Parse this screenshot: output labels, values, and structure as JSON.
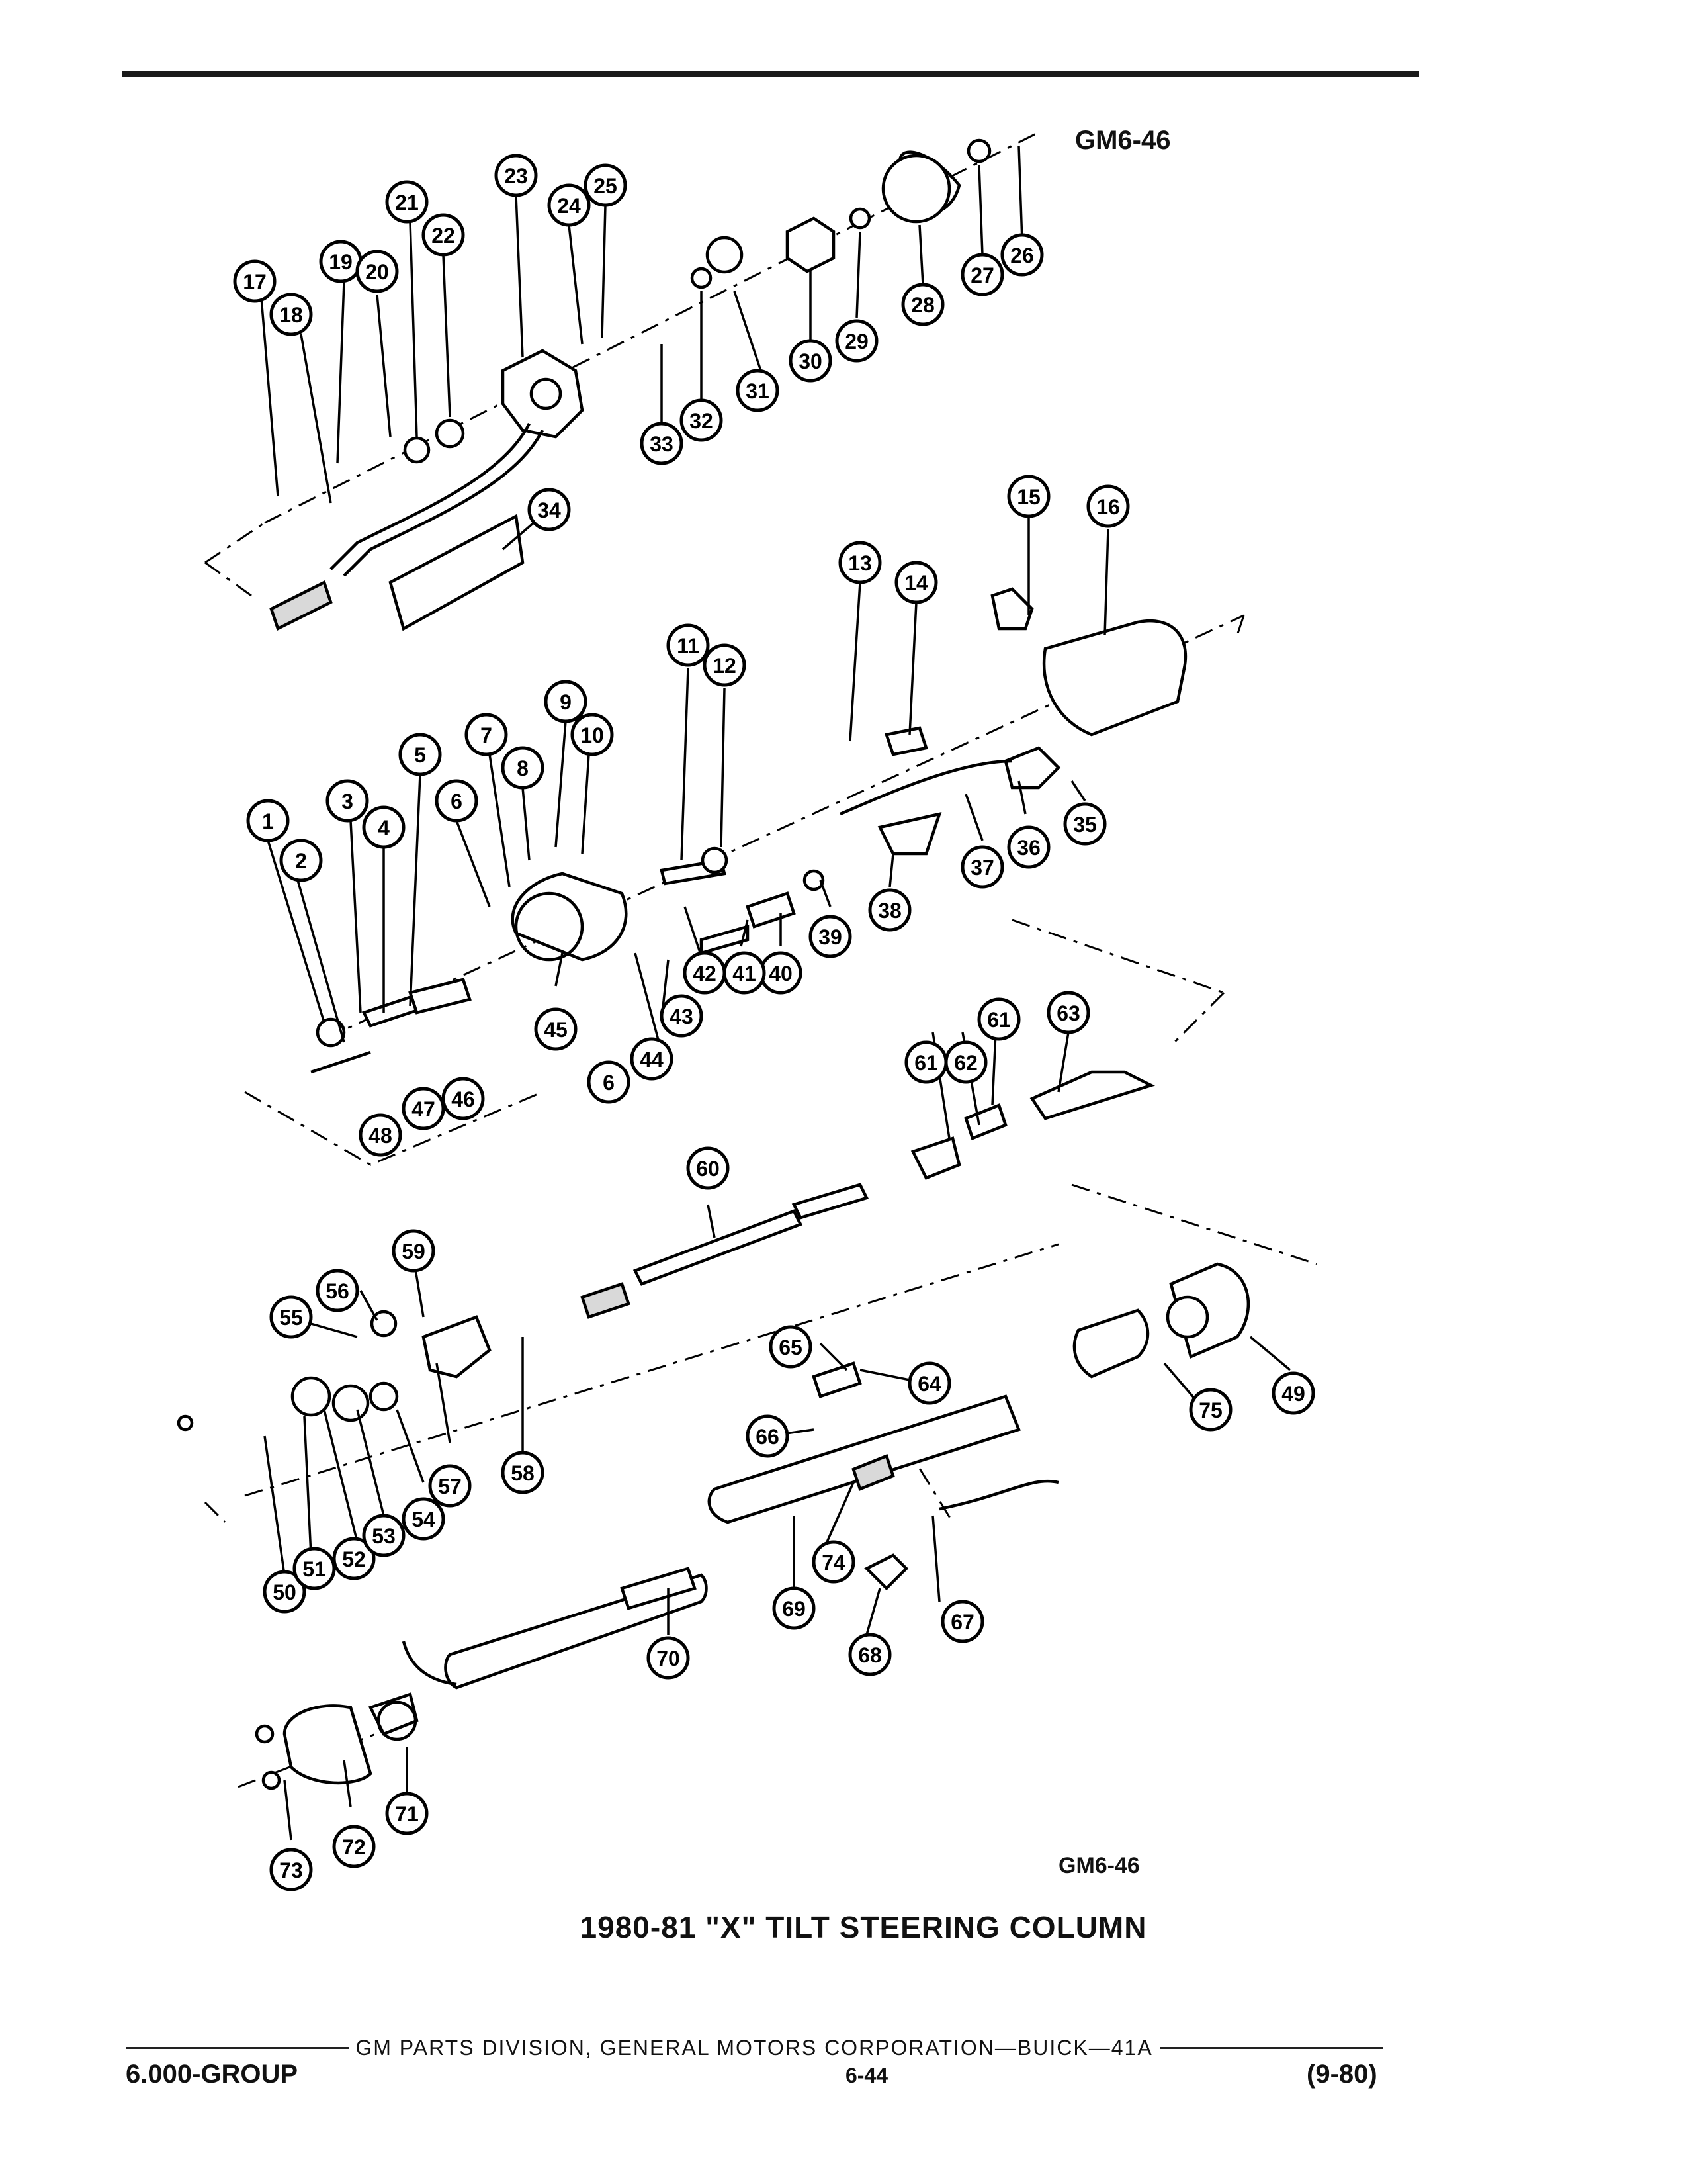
{
  "figure_code_top": "GM6-46",
  "figure_code_bottom": "GM6-46",
  "caption": "1980-81 \"X\" TILT STEERING COLUMN",
  "footer": {
    "publisher": "GM PARTS DIVISION, GENERAL MOTORS CORPORATION—BUICK—41A",
    "group": "6.000-GROUP",
    "page": "6-44",
    "date": "(9-80)"
  },
  "callouts": [
    "1",
    "2",
    "3",
    "4",
    "5",
    "6",
    "7",
    "8",
    "9",
    "10",
    "11",
    "12",
    "13",
    "14",
    "15",
    "16",
    "17",
    "18",
    "19",
    "20",
    "21",
    "22",
    "23",
    "24",
    "25",
    "26",
    "27",
    "28",
    "29",
    "30",
    "31",
    "32",
    "33",
    "34",
    "35",
    "36",
    "37",
    "38",
    "39",
    "40",
    "41",
    "42",
    "43",
    "44",
    "45",
    "46",
    "47",
    "48",
    "49",
    "50",
    "51",
    "52",
    "53",
    "54",
    "55",
    "56",
    "57",
    "58",
    "59",
    "60",
    "61",
    "62",
    "63",
    "64",
    "65",
    "66",
    "67",
    "68",
    "69",
    "70",
    "71",
    "72",
    "73",
    "74",
    "75"
  ]
}
